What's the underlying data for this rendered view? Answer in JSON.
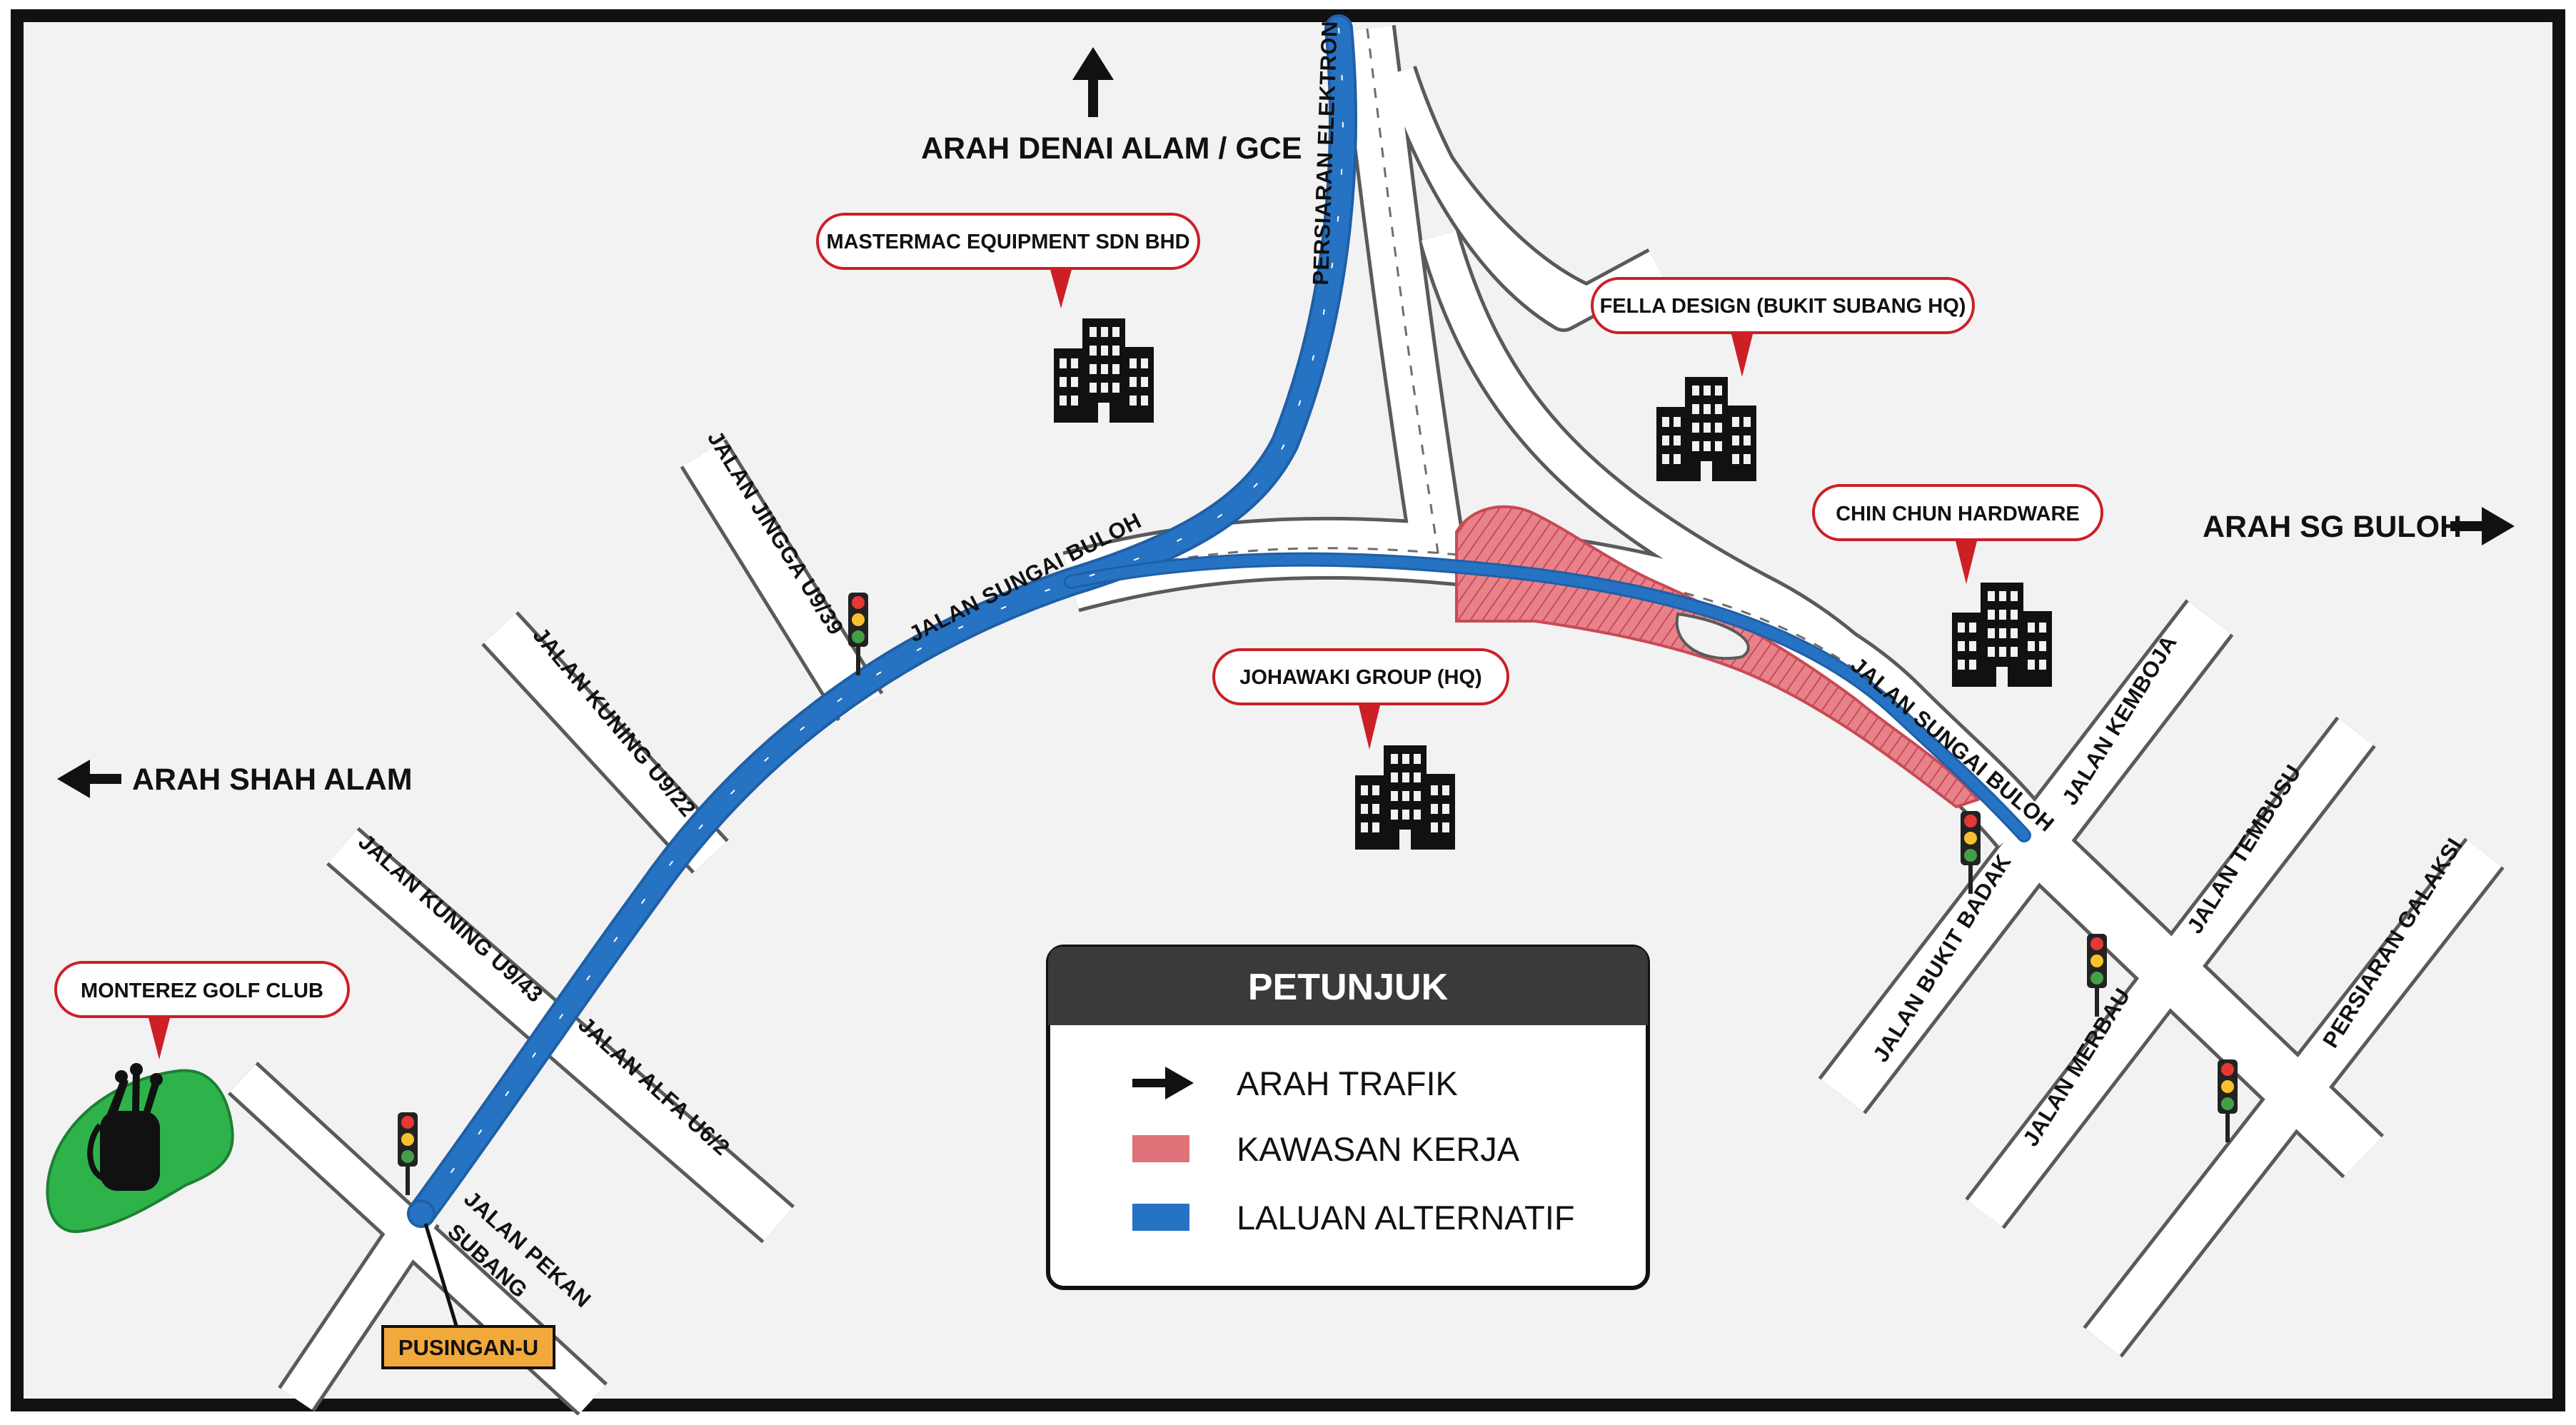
{
  "directions": {
    "north": "ARAH DENAI ALAM / GCE",
    "east": "ARAH SG BULOH",
    "west": "ARAH SHAH ALAM"
  },
  "roads": {
    "persiaran_elektron": "PERSIARAN ELEKTRON",
    "jalan_sungai_buloh_w": "JALAN SUNGAI BULOH",
    "jalan_sungai_buloh_e": "JALAN SUNGAI BULOH",
    "jalan_jingga": "JALAN JINGGA U9/39",
    "jalan_kuning_22": "JALAN KUNING U9/22",
    "jalan_kuning_43": "JALAN KUNING U9/43",
    "jalan_alfa": "JALAN ALFA U6/2",
    "jalan_pekan_1": "JALAN PEKAN",
    "jalan_pekan_2": "SUBANG",
    "jalan_kemboja": "JALAN KEMBOJA",
    "jalan_bukit_badak": "JALAN BUKIT BADAK",
    "jalan_tembusu": "JALAN TEMBUSU",
    "jalan_merbau": "JALAN MERBAU",
    "persiaran_galaksi": "PERSIARAN GALAKSI"
  },
  "pois": {
    "mastermac": "MASTERMAC EQUIPMENT SDN BHD",
    "fella": "FELLA DESIGN (BUKIT SUBANG HQ)",
    "chin_chun": "CHIN CHUN HARDWARE",
    "johawaki": "JOHAWAKI GROUP (HQ)",
    "monterez": "MONTEREZ GOLF CLUB"
  },
  "uturn_label": "PUSINGAN-U",
  "legend": {
    "title": "PETUNJUK",
    "items": [
      {
        "label": "ARAH TRAFIK",
        "icon": "arrow-right-icon"
      },
      {
        "label": "KAWASAN KERJA",
        "color": "#E0727A"
      },
      {
        "label": "LALUAN ALTERNATIF",
        "color": "#2673C4"
      }
    ]
  },
  "colors": {
    "map_bg": "#F2F2F2",
    "road_fill": "#FFFFFF",
    "road_edge": "#5A5A5A",
    "alt_route": "#2673C4",
    "work_zone": "#E0727A",
    "callout_border": "#CC1F26",
    "golf_green": "#2DB34A",
    "uturn_badge": "#F2A93B",
    "legend_header": "#3A3A3A"
  }
}
